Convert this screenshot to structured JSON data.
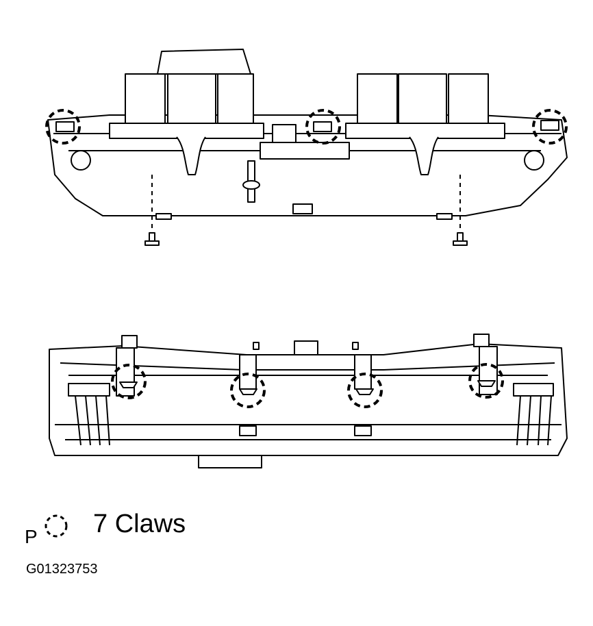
{
  "legend": {
    "prefix": "P",
    "icon": "dashed-circle-icon",
    "text": "7 Claws"
  },
  "figure_id": "G01323753",
  "colors": {
    "line": "#000000",
    "background": "#ffffff"
  }
}
